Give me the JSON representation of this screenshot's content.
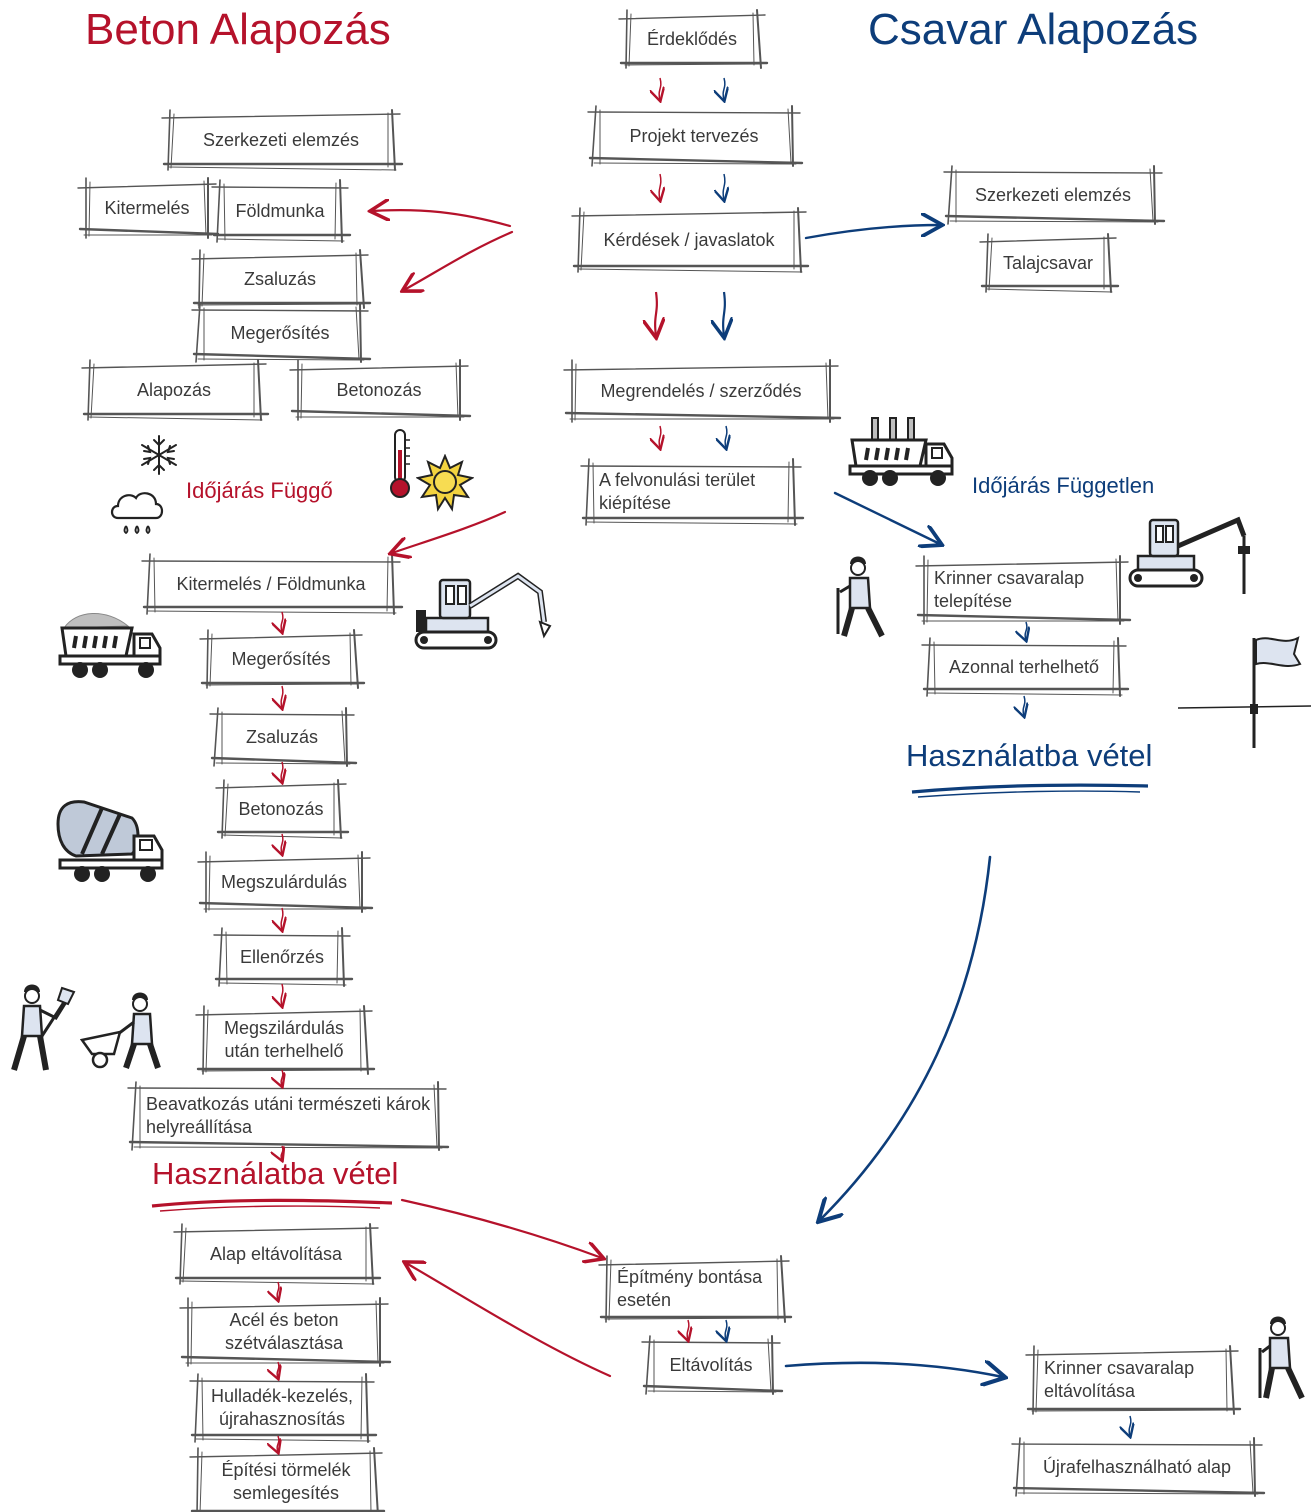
{
  "titles": {
    "beton": "Beton Alapozás",
    "csavar": "Csavar Alapozás"
  },
  "colors": {
    "beton_red": "#b5122b",
    "csavar_blue": "#0d3d7a",
    "box_stroke": "#555555"
  },
  "center_flow": {
    "erdeklodes": "Érdeklődés",
    "projekt": "Projekt tervezés",
    "kerdesek": "Kérdések / javaslatok",
    "megrendeles": "Megrendelés / szerződés",
    "felvonulasi": "A felvonulási terület kiépítése",
    "bontas": "Építmény bontása esetén",
    "eltavolitas": "Eltávolítás"
  },
  "beton_planning": {
    "szerkezeti": "Szerkezeti elemzés",
    "kitermeles": "Kitermelés",
    "foldmunka": "Földmunka",
    "zsaluzas": "Zsaluzás",
    "megerosites": "Megerősítés",
    "alapozas": "Alapozás",
    "betonozas": "Betonozás"
  },
  "beton_weather": "Időjárás Függő",
  "beton_steps": {
    "kitermeles_foldmunka": "Kitermelés / Földmunka",
    "megerosites": "Megerősítés",
    "zsaluzas": "Zsaluzás",
    "betonozas": "Betonozás",
    "megszulardulas": "Megszulárdulás",
    "ellenorzes": "Ellenőrzés",
    "terhelheto": "Megszilárdulás után terhelhelő",
    "karok": "Beavatkozás utáni természeti károk helyreállítása"
  },
  "beton_use": "Használatba vétel",
  "beton_removal": {
    "alap": "Alap eltávolítása",
    "acel": "Acél és beton szétválasztása",
    "hulladek": "Hulladék-kezelés, újrahasznosítás",
    "tormelek": "Építési törmelék semlegesítés"
  },
  "csavar_planning": {
    "szerkezeti": "Szerkezeti elemzés",
    "talajcsavar": "Talajcsavar"
  },
  "csavar_weather": "Időjárás Független",
  "csavar_steps": {
    "telepites": "Krinner csavaralap telepítése",
    "azonnal": "Azonnal terhelhető"
  },
  "csavar_use": "Használatba vétel",
  "csavar_removal": {
    "eltavolitasa": "Krinner csavaralap eltávolítása",
    "ujrafelhasznalhato": "Újrafelhasználható alap"
  },
  "icons": [
    "snowflake-icon",
    "rain-cloud-icon",
    "thermometer-icon",
    "sun-icon",
    "gravel-truck-icon",
    "excavator-icon",
    "concrete-mixer-icon",
    "worker-shovel-icon",
    "worker-wheelbarrow-icon",
    "screw-truck-icon",
    "screw-excavator-icon",
    "worker-screw-icon",
    "flag-screw-icon"
  ]
}
